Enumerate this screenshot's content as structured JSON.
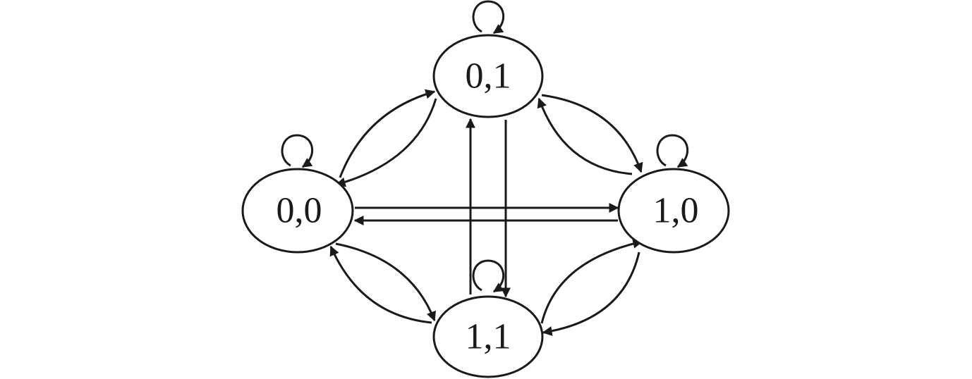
{
  "diagram": {
    "type": "state-transition-graph",
    "colors": {
      "stroke": "#1a1a1a",
      "background": "#ffffff"
    },
    "nodes": [
      {
        "id": "s01",
        "label": "0,1"
      },
      {
        "id": "s00",
        "label": "0,0"
      },
      {
        "id": "s10",
        "label": "1,0"
      },
      {
        "id": "s11",
        "label": "1,1"
      }
    ],
    "edges": [
      {
        "from": "s01",
        "to": "s01"
      },
      {
        "from": "s00",
        "to": "s00"
      },
      {
        "from": "s10",
        "to": "s10"
      },
      {
        "from": "s11",
        "to": "s11"
      },
      {
        "from": "s00",
        "to": "s01"
      },
      {
        "from": "s01",
        "to": "s00"
      },
      {
        "from": "s01",
        "to": "s10"
      },
      {
        "from": "s10",
        "to": "s01"
      },
      {
        "from": "s00",
        "to": "s10"
      },
      {
        "from": "s10",
        "to": "s00"
      },
      {
        "from": "s00",
        "to": "s11"
      },
      {
        "from": "s11",
        "to": "s00"
      },
      {
        "from": "s10",
        "to": "s11"
      },
      {
        "from": "s11",
        "to": "s10"
      },
      {
        "from": "s11",
        "to": "s01"
      },
      {
        "from": "s01",
        "to": "s11"
      }
    ]
  }
}
